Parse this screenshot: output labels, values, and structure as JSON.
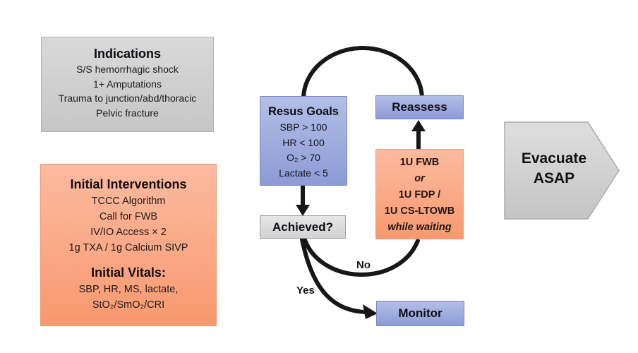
{
  "colors": {
    "background": "#FFFFFF",
    "blue_fill": "#9DA9DC",
    "blue_border": "#7987C2",
    "orange_fill": "#F9A77E",
    "orange_border": "#EF9A74",
    "gray_fill": "#CDCDCD",
    "gray_border": "#B0B0B0",
    "arrow": "#171717"
  },
  "boxes": {
    "indications": {
      "title": "Indications",
      "lines": [
        "S/S hemorrhagic shock",
        "1+ Amputations",
        "Trauma to junction/abd/thoracic",
        "Pelvic fracture"
      ]
    },
    "interventions": {
      "title": "Initial Interventions",
      "lines": [
        "TCCC Algorithm",
        "Call for FWB",
        "IV/IO Access × 2",
        "1g TXA / 1g Calcium SIVP"
      ],
      "vitals_title": "Initial Vitals:",
      "vitals_lines": [
        "SBP, HR, MS, lactate,",
        "StO₂/SmO₂/CRI"
      ]
    },
    "resus_goals": {
      "title": "Resus Goals",
      "lines": [
        "SBP > 100",
        "HR < 100",
        "O₂ > 70",
        "Lactate < 5"
      ]
    },
    "reassess": {
      "label": "Reassess"
    },
    "transfusion": {
      "line1": "1U FWB",
      "line2": "or",
      "line3": "1U FDP /",
      "line4": "1U CS-LTOWB",
      "line5": "while waiting"
    },
    "achieved": {
      "label": "Achieved?"
    },
    "monitor": {
      "label": "Monitor"
    },
    "evacuate": {
      "line1": "Evacuate",
      "line2": "ASAP"
    }
  },
  "edge_labels": {
    "no": "No",
    "yes": "Yes"
  }
}
